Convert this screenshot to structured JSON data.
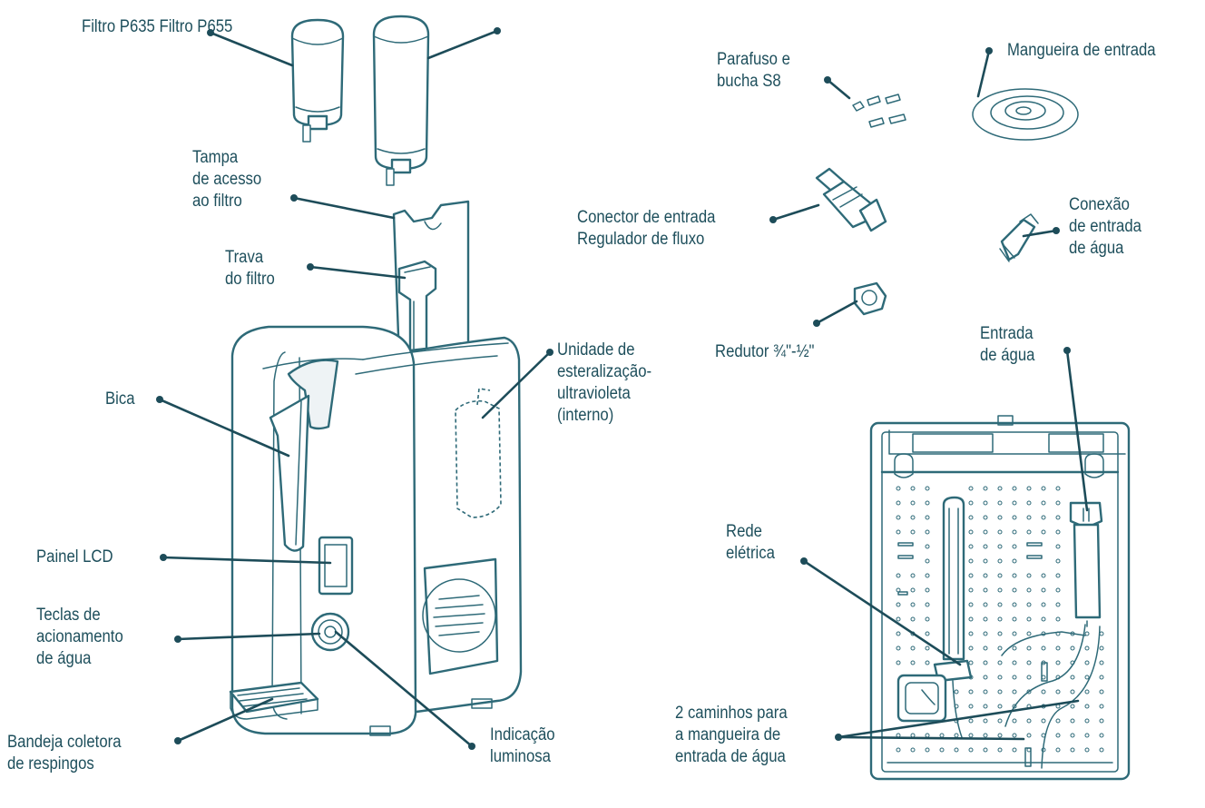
{
  "labels": {
    "filtros": "Filtro P635 Filtro P655",
    "tampa": [
      "Tampa",
      "de acesso",
      "ao filtro"
    ],
    "trava": [
      "Trava",
      "do filtro"
    ],
    "bica": "Bica",
    "painel": "Painel LCD",
    "teclas": [
      "Teclas de",
      "acionamento",
      "de água"
    ],
    "bandeja": [
      "Bandeja coletora",
      "de respingos"
    ],
    "indicacao": [
      "Indicação",
      "luminosa"
    ],
    "uv": [
      "Unidade de",
      "esteralização-",
      "ultravioleta",
      "(interno)"
    ],
    "parafuso": [
      "Parafuso e",
      "bucha S8"
    ],
    "mangueira": "Mangueira de entrada",
    "conector": [
      "Conector de entrada",
      "Regulador de fluxo"
    ],
    "conexao": [
      "Conexão",
      "de entrada",
      "de água"
    ],
    "redutor": "Redutor ¾\"-½\"",
    "entrada": [
      "Entrada",
      "de água"
    ],
    "rede": [
      "Rede",
      "elétrica"
    ],
    "caminhos": [
      "2 caminhos para",
      "a mangueira de",
      "entrada de água"
    ]
  },
  "colors": {
    "line": "#2e6a78",
    "text": "#1e4f5c",
    "leader": "#1d4c59"
  }
}
